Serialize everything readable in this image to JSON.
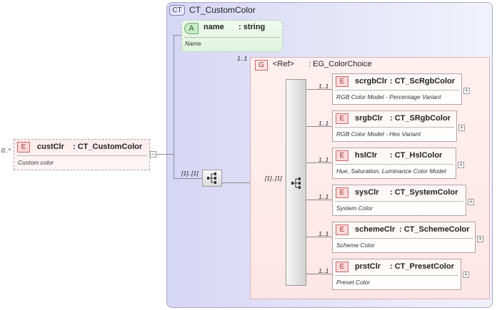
{
  "root": {
    "badge": "E",
    "multiplicity": "0..*",
    "name": "custClr",
    "type": ": CT_CustomColor",
    "doc": "Custom color",
    "collapse": "−"
  },
  "complex_type": {
    "badge": "CT",
    "name": "CT_CustomColor"
  },
  "attribute": {
    "badge": "A",
    "name": "name",
    "type": ": string",
    "doc": "Name"
  },
  "sequence": {
    "multiplicity": "[1]..[1]"
  },
  "group": {
    "multiplicity": "1..1",
    "badge": "G",
    "ref": "<Ref>",
    "name": ": EG_ColorChoice",
    "choice_multiplicity": "[1]..[1]"
  },
  "children": [
    {
      "badge": "E",
      "multiplicity": "1..1",
      "name": "scrgbClr",
      "type": ": CT_ScRgbColor",
      "doc": "RGB Color Model - Percentage Variant",
      "expand": "+"
    },
    {
      "badge": "E",
      "multiplicity": "1..1",
      "name": "srgbClr",
      "type": ": CT_SRgbColor",
      "doc": "RGB Color Model - Hex Variant",
      "expand": "+"
    },
    {
      "badge": "E",
      "multiplicity": "1..1",
      "name": "hslClr",
      "type": ": CT_HslColor",
      "doc": "Hue, Saturation, Luminance Color Model",
      "expand": "+"
    },
    {
      "badge": "E",
      "multiplicity": "1..1",
      "name": "sysClr",
      "type": ": CT_SystemColor",
      "doc": "System Color",
      "expand": "+"
    },
    {
      "badge": "E",
      "multiplicity": "1..1",
      "name": "schemeClr",
      "type": ": CT_SchemeColor",
      "doc": "Scheme Color",
      "expand": "+"
    },
    {
      "badge": "E",
      "multiplicity": "1..1",
      "name": "prstClr",
      "type": ": CT_PresetColor",
      "doc": "Preset Color",
      "expand": "+"
    }
  ]
}
